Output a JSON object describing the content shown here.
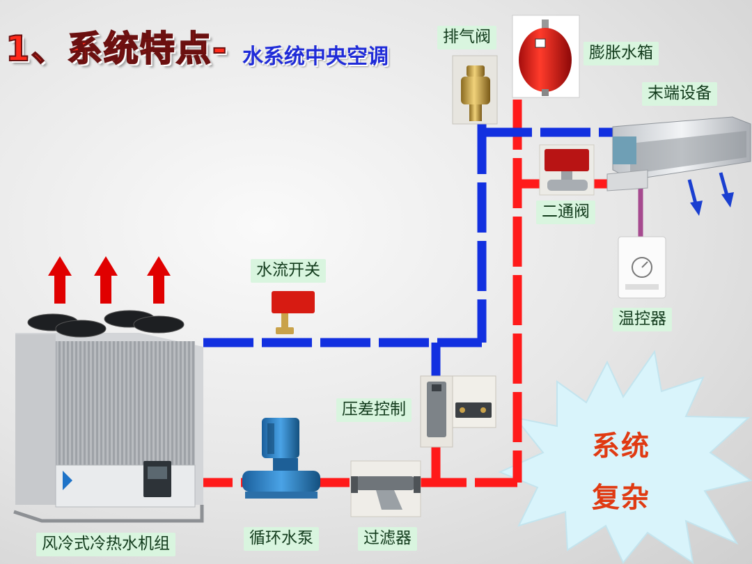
{
  "title": {
    "main": "1、系统特点-",
    "sub": "水系统中央空调"
  },
  "labels": {
    "air_vent_valve": "排气阀",
    "expansion_tank": "膨胀水箱",
    "terminal_unit": "末端设备",
    "two_way_valve": "二通阀",
    "thermostat": "温控器",
    "flow_switch": "水流开关",
    "differential_pressure": "压差控制",
    "circulation_pump": "循环水泵",
    "filter": "过滤器",
    "chiller": "风冷式冷热水机组"
  },
  "callout": {
    "line1": "系统",
    "line2": "复杂"
  },
  "colors": {
    "supply_pipe": "#ff1a1a",
    "return_pipe": "#1230e0",
    "label_bg": "#d9f5df",
    "burst": "#d9f4fb",
    "title_red": "#ff2a1a",
    "title_blue": "#1f2bd8"
  }
}
